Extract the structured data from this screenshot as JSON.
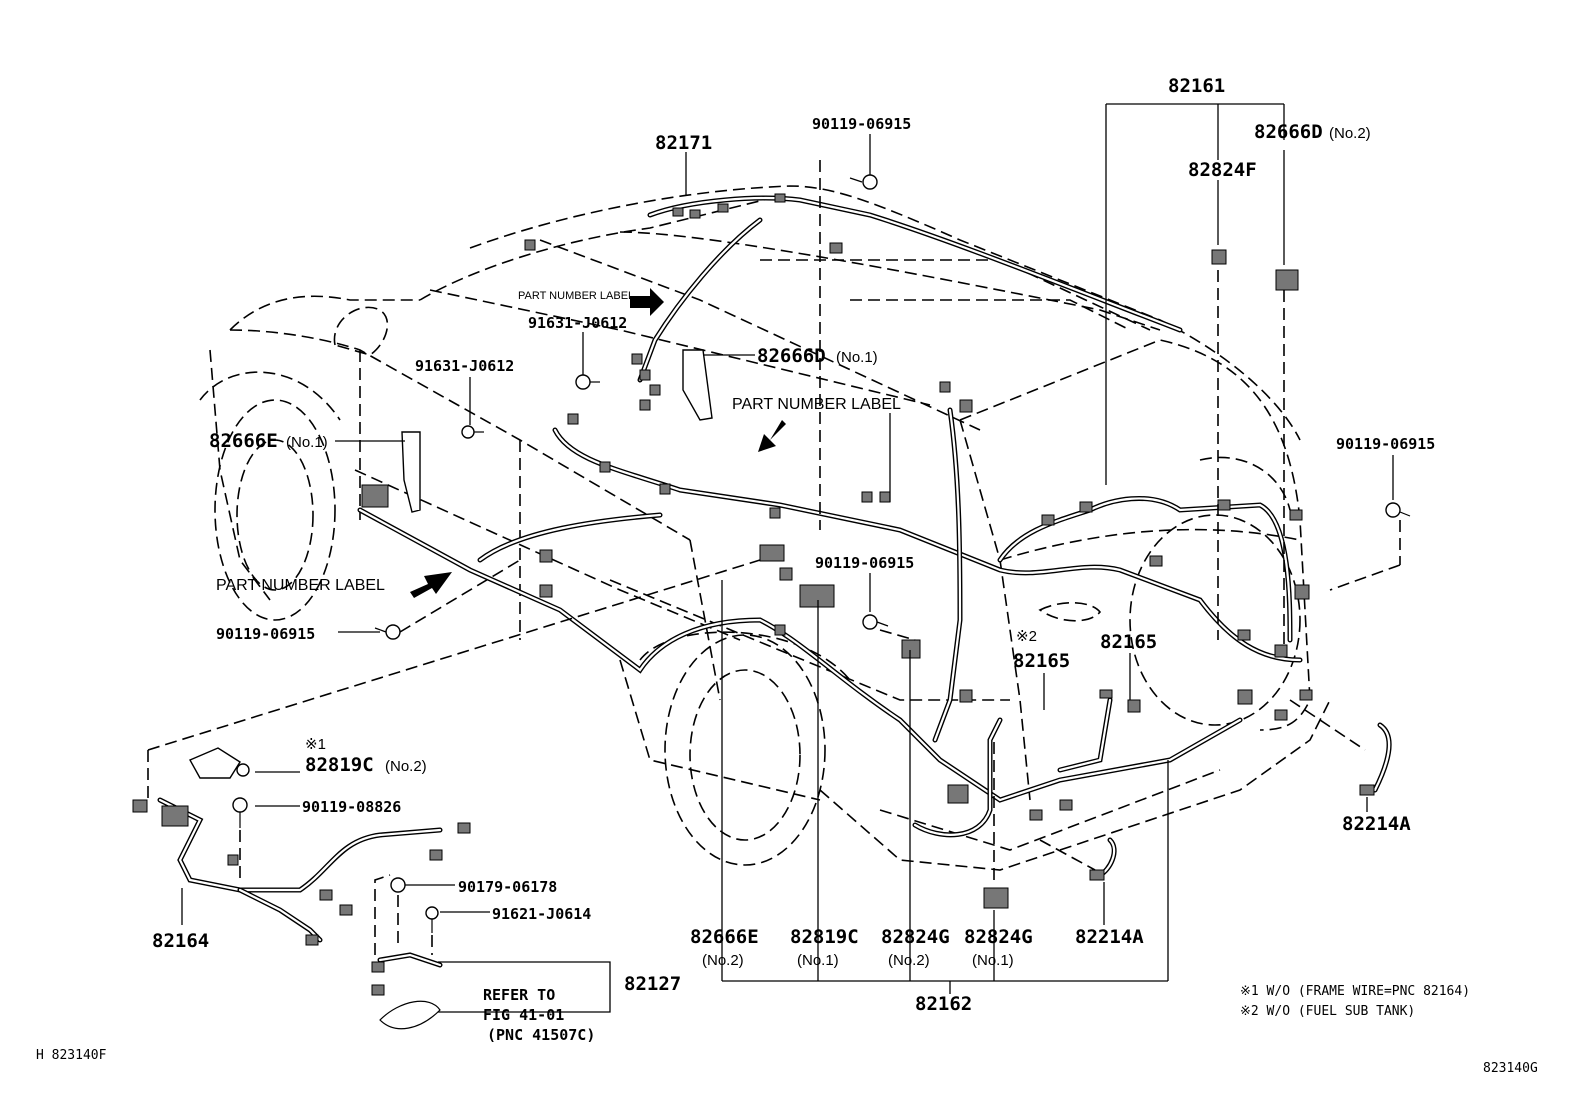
{
  "diagram": {
    "parts": {
      "p82161": "82161",
      "p82171": "82171",
      "p90119_top": "90119-06915",
      "p82666D_no2": "82666D",
      "p82666D_no2_sub": "(No.2)",
      "p82824F": "82824F",
      "part_number_label_small": "PART NUMBER LABEL",
      "p91631_a": "91631-J0612",
      "p82666D_no1": "82666D",
      "p82666D_no1_sub": "(No.1)",
      "p91631_b": "91631-J0612",
      "part_number_label_mid": "PART NUMBER LABEL",
      "p82666E_no1": "82666E",
      "p82666E_no1_sub": "(No.1)",
      "p90119_right": "90119-06915",
      "p90119_center": "90119-06915",
      "part_number_label_left": "PART NUMBER LABEL",
      "p90119_left": "90119-06915",
      "mark2": "※2",
      "p82165_a": "82165",
      "p82165_b": "82165",
      "mark1": "※1",
      "p82819C_no2": "82819C",
      "p82819C_no2_sub": "(No.2)",
      "p90119_08826": "90119-08826",
      "p82214A_right": "82214A",
      "p90179": "90179-06178",
      "p91621": "91621-J0614",
      "p82164": "82164",
      "p82666E_no2": "82666E",
      "p82666E_no2_sub": "(No.2)",
      "p82819C_no1": "82819C",
      "p82819C_no1_sub": "(No.1)",
      "p82824G_no2": "82824G",
      "p82824G_no2_sub": "(No.2)",
      "p82824G_no1": "82824G",
      "p82824G_no1_sub": "(No.1)",
      "p82214A_bottom": "82214A",
      "p82127": "82127",
      "refer_line1": "REFER TO",
      "refer_line2": "FIG 41-01",
      "refer_line3": "(PNC 41507C)",
      "p82162": "82162"
    },
    "notes": {
      "note1": "※1 W/O (FRAME WIRE=PNC 82164)",
      "note2": "※2 W/O (FUEL SUB TANK)"
    },
    "codes": {
      "left": "H  823140F",
      "right": "823140G"
    }
  }
}
